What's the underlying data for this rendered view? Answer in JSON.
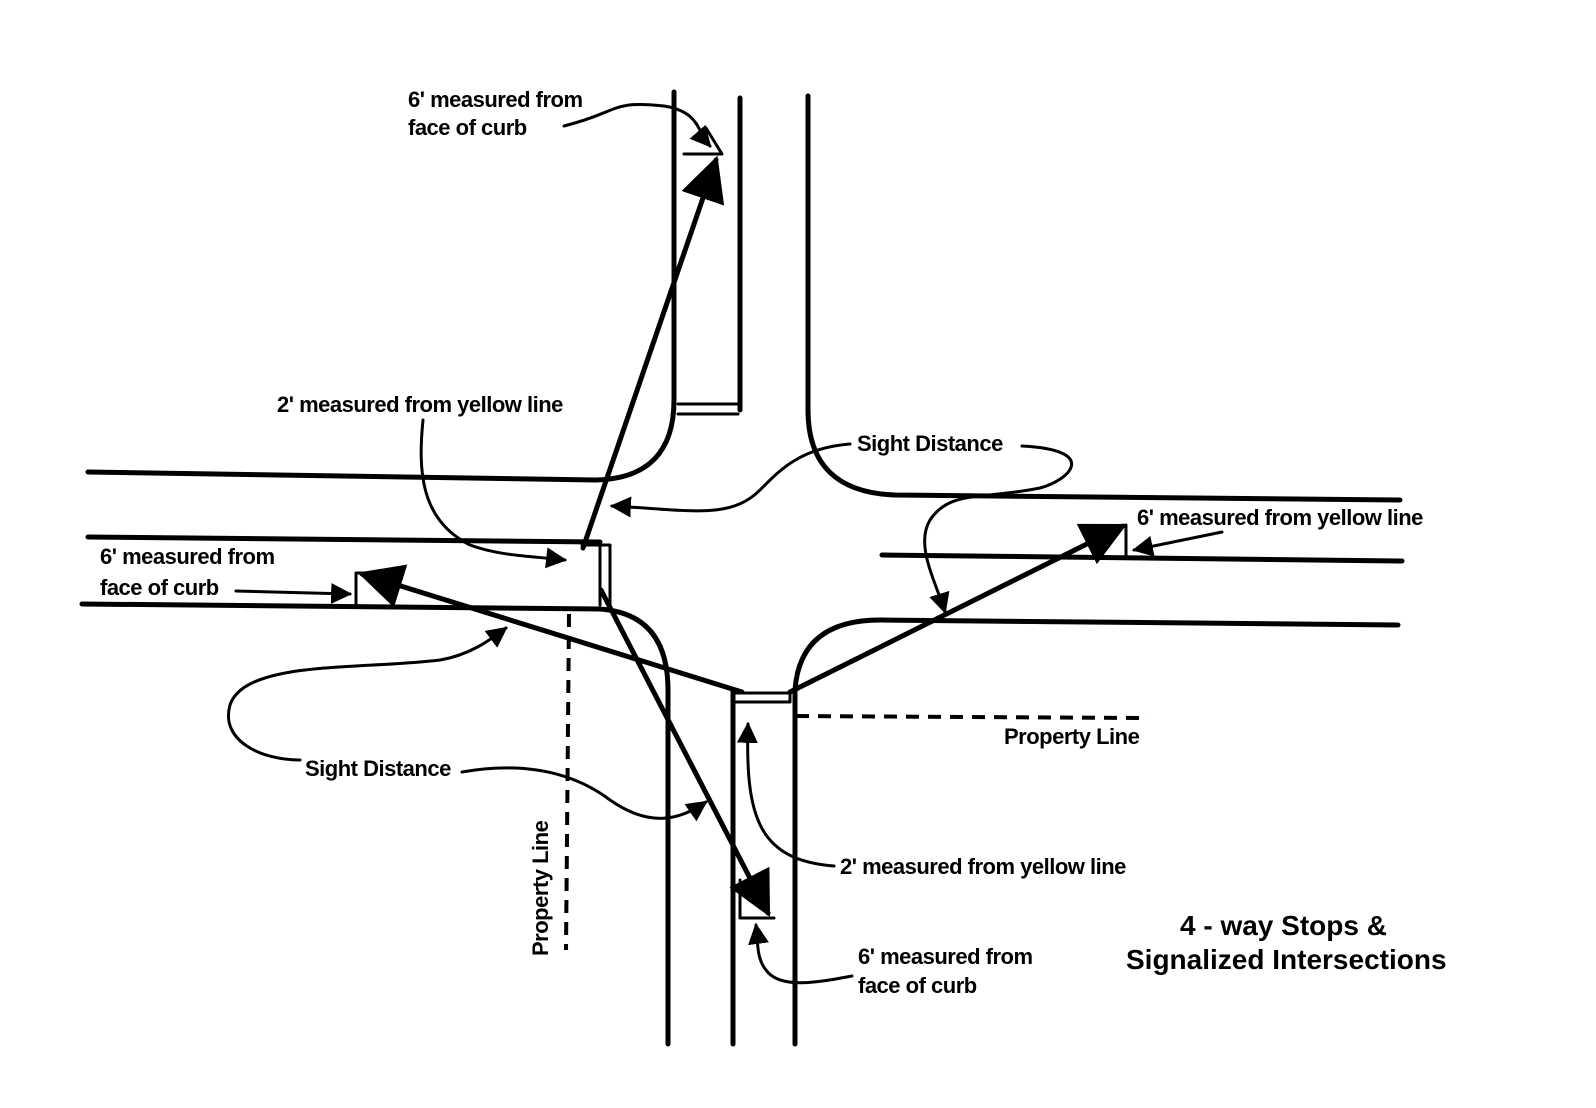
{
  "labels": {
    "top_curb_1": "6' measured from",
    "top_curb_2": "face of curb",
    "top_yellow": "2' measured from yellow line",
    "left_curb_1": "6' measured from",
    "left_curb_2": "face of curb",
    "sight_distance_upper": "Sight Distance",
    "sight_distance_lower": "Sight Distance",
    "right_yellow": "6' measured from yellow line",
    "property_line_horizontal": "Property Line",
    "property_line_vertical": "Property Line",
    "bottom_yellow": "2' measured from yellow line",
    "bottom_curb_1": "6' measured from",
    "bottom_curb_2": "face of curb"
  },
  "title": {
    "line1": "4 - way Stops &",
    "line2": "Signalized Intersections"
  },
  "colors": {
    "ink": "#000000",
    "background": "#ffffff"
  }
}
